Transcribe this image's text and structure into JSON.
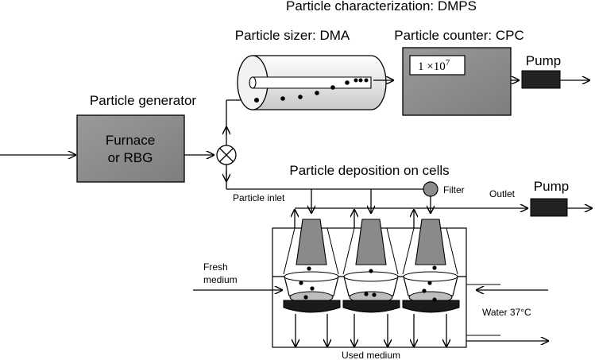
{
  "title": "Particle characterization: DMPS",
  "generator": {
    "heading": "Particle generator",
    "box_line1": "Furnace",
    "box_line2": "or RBG"
  },
  "sizer": {
    "label": "Particle sizer: DMA"
  },
  "counter": {
    "label": "Particle counter: CPC",
    "readout": "1 ×10",
    "readout_exp": "7"
  },
  "pumps": {
    "top_label": "Pump",
    "bottom_label": "Pump"
  },
  "deposition": {
    "heading": "Particle deposition on cells",
    "filter_label": "Filter",
    "inlet_label": "Particle inlet",
    "outlet_label": "Outlet",
    "fresh_medium_line1": "Fresh",
    "fresh_medium_line2": "medium",
    "water_label": "Water 37°C",
    "used_medium_label": "Used medium"
  },
  "colors": {
    "box_fill": "#8c8c8c",
    "pump_fill": "#222222",
    "filter_fill": "#8c8c8c",
    "cone_fill": "#8a8a8a",
    "medium_fill": "#bdbdbd",
    "dish_base_fill": "#1a1a1a"
  }
}
